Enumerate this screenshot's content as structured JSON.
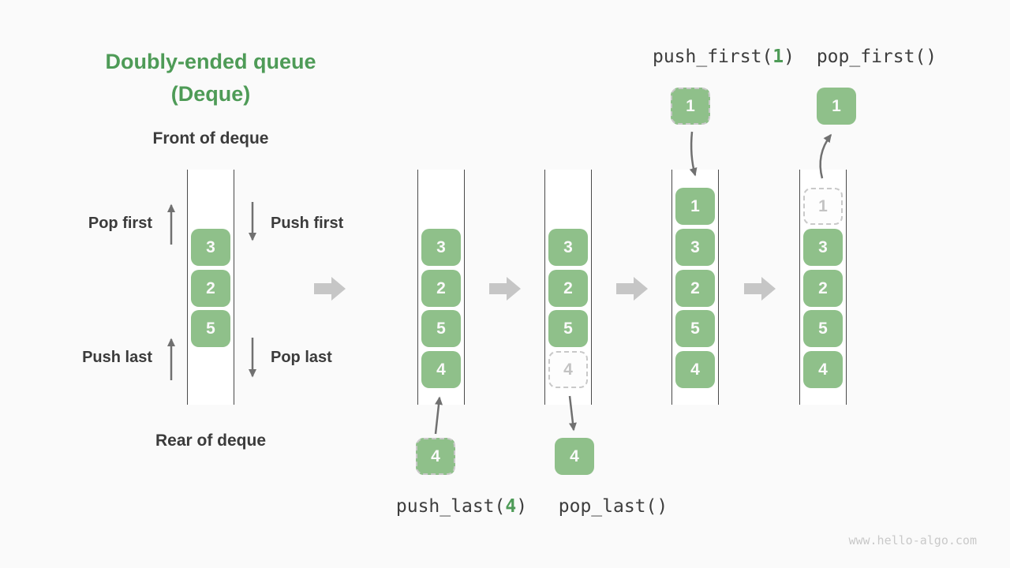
{
  "title": {
    "line1": "Doubly-ended queue",
    "line2": "(Deque)"
  },
  "deque_labels": {
    "front": "Front of deque",
    "rear": "Rear of deque",
    "pop_first": "Pop first",
    "push_first": "Push first",
    "push_last": "Push last",
    "pop_last": "Pop last"
  },
  "operations": {
    "push_last": {
      "fn": "push_last(",
      "arg": "4",
      "close": ")"
    },
    "pop_last": {
      "fn": "pop_last()"
    },
    "push_first": {
      "fn": "push_first(",
      "arg": "1",
      "close": ")"
    },
    "pop_first": {
      "fn": "pop_first()"
    }
  },
  "queues": [
    {
      "state": "initial",
      "slots": [
        null,
        {
          "v": "3"
        },
        {
          "v": "2"
        },
        {
          "v": "5"
        },
        null
      ]
    },
    {
      "state": "after-push-last",
      "slots": [
        null,
        {
          "v": "3"
        },
        {
          "v": "2"
        },
        {
          "v": "5"
        },
        {
          "v": "4"
        }
      ]
    },
    {
      "state": "during-pop-last",
      "slots": [
        null,
        {
          "v": "3"
        },
        {
          "v": "2"
        },
        {
          "v": "5"
        },
        {
          "v": "4",
          "ghost": true
        }
      ]
    },
    {
      "state": "after-push-first",
      "slots": [
        {
          "v": "1"
        },
        {
          "v": "3"
        },
        {
          "v": "2"
        },
        {
          "v": "5"
        },
        {
          "v": "4"
        }
      ]
    },
    {
      "state": "during-pop-first",
      "slots": [
        {
          "v": "1",
          "ghost": true
        },
        {
          "v": "3"
        },
        {
          "v": "2"
        },
        {
          "v": "5"
        },
        {
          "v": "4"
        }
      ]
    }
  ],
  "floating": {
    "push_last_incoming": {
      "v": "4",
      "ghost": true
    },
    "pop_last_result": {
      "v": "4"
    },
    "push_first_incoming": {
      "v": "1",
      "ghost": true
    },
    "pop_first_result": {
      "v": "1"
    }
  },
  "watermark": "www.hello-algo.com",
  "icons": {
    "flow_arrow": "right-block-arrow",
    "pop_first_dir": "up-arrow",
    "push_first_dir": "down-arrow",
    "push_last_dir": "up-arrow",
    "pop_last_dir": "down-arrow"
  },
  "colors": {
    "background": "#fafafa",
    "box_green": "#8fc08a",
    "title_green": "#4e9b57",
    "code_green": "#4e9b57",
    "ghost_gray": "#c9c9c9",
    "label_dark": "#3b3b3b",
    "thin_arrow": "#707070",
    "flow_arrow": "#c6c6c6",
    "queue_line": "#4a4a4a"
  }
}
